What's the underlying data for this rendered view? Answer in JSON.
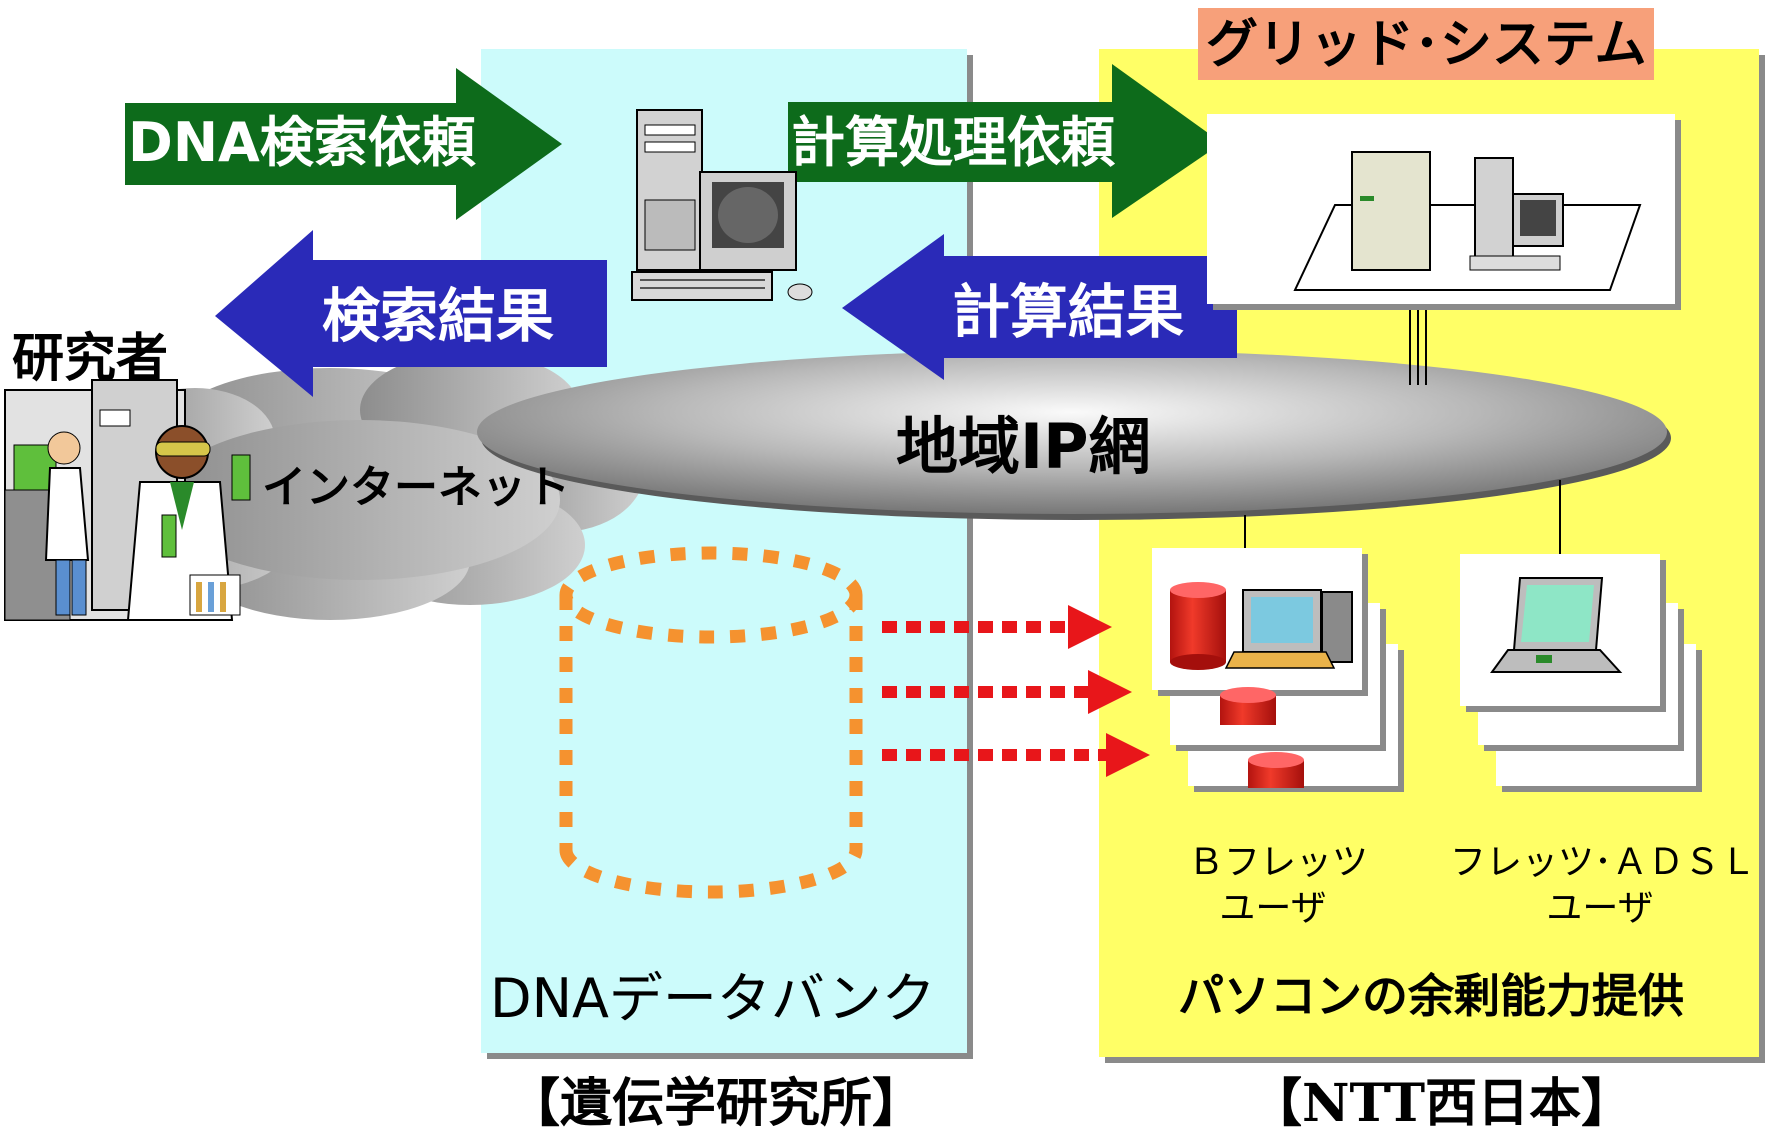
{
  "arrows": {
    "dna_search_request": "DNA検索依頼",
    "compute_request": "計算処理依頼",
    "search_result": "検索結果",
    "compute_result": "計算結果"
  },
  "nodes": {
    "researcher": "研究者",
    "internet": "インターネット",
    "regional_ip": "地域IP網",
    "grid_system": "グリッド･システム",
    "dna_databank": "DNAデータバンク",
    "bflets_user_line1": "Ｂフレッツ",
    "bflets_user_line2": "ユーザ",
    "adsl_user_line1": "フレッツ･ＡＤＳＬ",
    "adsl_user_line2": "ユーザ",
    "pc_surplus": "パソコンの余剰能力提供"
  },
  "organizations": {
    "genetics_institute": "【遺伝学研究所】",
    "ntt_west": "【NTT西日本】"
  },
  "colors": {
    "green_arrow": "#0d6b1b",
    "blue_arrow": "#2a2ab8",
    "cyan_panel": "#ccfbfb",
    "yellow_panel": "#ffff66",
    "grid_label_bg": "#f7a07a",
    "db_dash": "#f5922f",
    "red_dots": "#e8161a"
  }
}
